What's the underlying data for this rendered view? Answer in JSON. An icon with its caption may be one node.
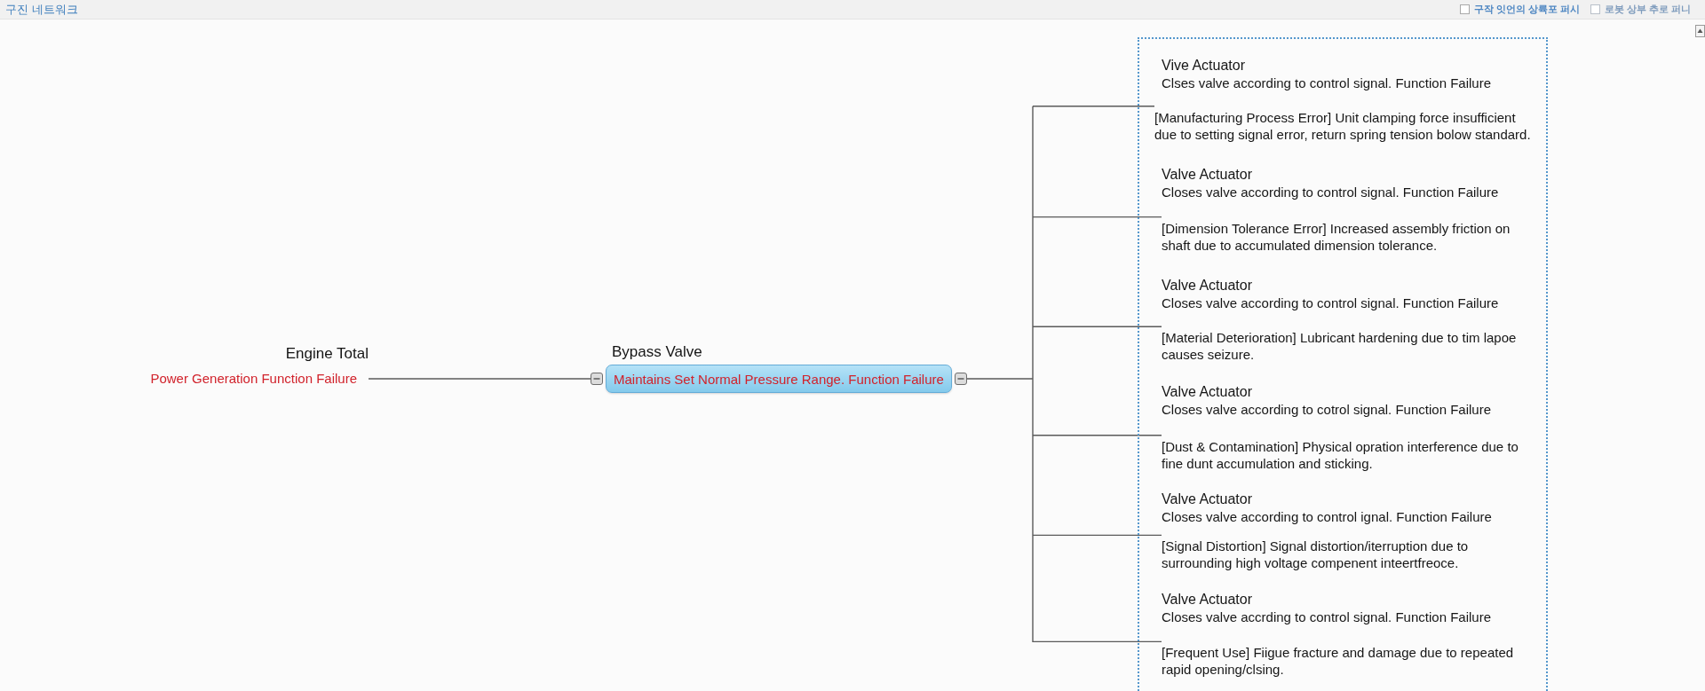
{
  "diagram": {
    "title": "구진 네트워크",
    "nodes": [
      {
        "text": [
          "Engine Total",
          "Power Generation Function Failure"
        ]
      },
      {
        "text": [
          "Bypass Valve",
          "Maintains Set Normal Pressure Range. Function Failure"
        ]
      },
      {
        "text": [],
        "shape": "box"
      },
      {
        "text": [
          "Vive Actuator",
          "Clses valve according to control signal. Function Failure"
        ],
        "in": 2
      },
      {
        "text": [
          "[Manufacturing Process Error] Unit clamping force insufficient due to setting signal error, return spring tension bolow standard."
        ],
        "in": 2
      },
      {
        "text": [
          "Valve Actuator",
          "Closes valve according to control signal. Function Failure"
        ],
        "in": 2
      },
      {
        "text": [
          "[Dimension Tolerance Error] Increased assembly friction on shaft due to accumulated dimension tolerance."
        ],
        "in": 2
      },
      {
        "text": [
          "Valve Actuator",
          "Closes valve according to control signal. Function Failure"
        ],
        "in": 2
      },
      {
        "text": [
          "[Material Deterioration] Lubricant hardening due to tim lapoe causes seizure."
        ],
        "in": 2
      },
      {
        "text": [
          "Valve Actuator",
          "Closes valve according to cotrol signal. Function Failure"
        ],
        "in": 2
      },
      {
        "text": [
          "[Dust & Contamination] Physical opration interference due to fine dunt accumulation and sticking."
        ],
        "in": 2
      },
      {
        "text": [
          "Valve Actuator",
          "Closes valve according to control ignal. Function Failure"
        ],
        "in": 2
      },
      {
        "text": [
          "[Signal Distortion] Signal distortion/iterruption due to surrounding high voltage compenent inteertfreoce."
        ],
        "in": 2
      },
      {
        "text": [
          "Valve Actuator",
          "Closes valve accrding to control signal. Function Failure"
        ],
        "in": 2
      },
      {
        "text": [
          "[Frequent Use] Fiigue fracture and damage due to repeated rapid opening/clsing."
        ],
        "in": 2
      }
    ],
    "edges": [
      {
        "from": 0,
        "to": 1,
        "arrow": "none"
      },
      {
        "from": 1,
        "to": 4,
        "arrow": "none"
      },
      {
        "from": 1,
        "to": 6,
        "arrow": "none"
      },
      {
        "from": 1,
        "to": 8,
        "arrow": "none"
      },
      {
        "from": 1,
        "to": 10,
        "arrow": "none"
      },
      {
        "from": 1,
        "to": 12,
        "arrow": "none"
      },
      {
        "from": 1,
        "to": 14,
        "arrow": "none"
      }
    ],
    "labels": [
      "구작 잇언의 상륙포 퍼시",
      "로봇 상부 추로 퍼니"
    ]
  }
}
